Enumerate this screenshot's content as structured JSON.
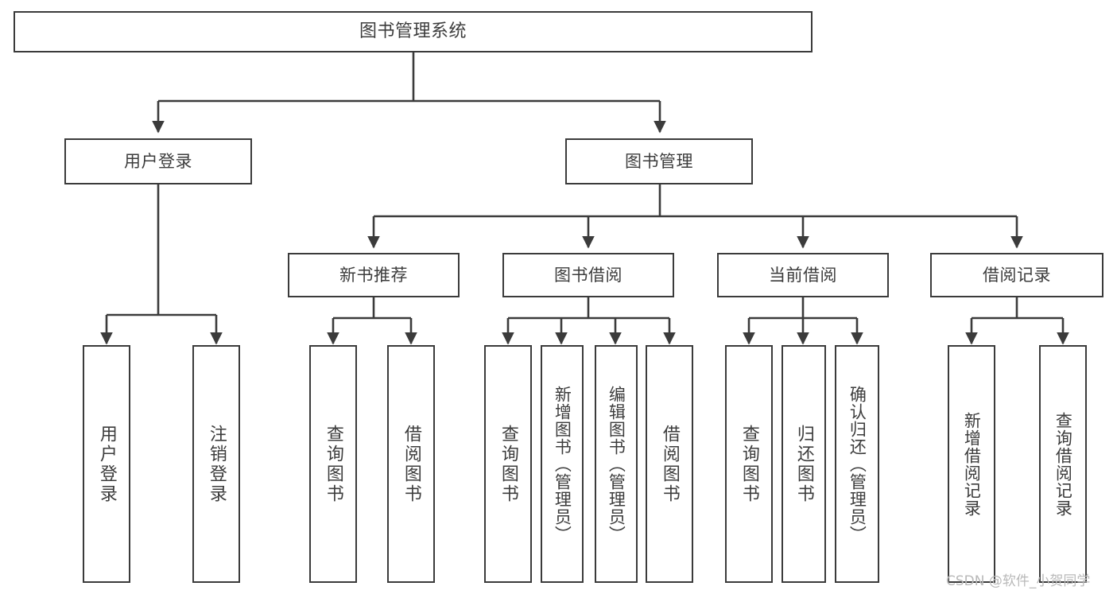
{
  "diagram": {
    "title": "图书管理系统",
    "type": "tree-hierarchy-diagram",
    "orientation": "top-down",
    "colors": {
      "box_border": "#3b3b3b",
      "box_fill": "#ffffff",
      "text": "#3c3c3c",
      "connector": "#3b3b3b",
      "watermark": "#b9b9b9",
      "background": "#ffffff"
    },
    "root": {
      "label": "图书管理系统"
    },
    "level2": [
      {
        "label": "用户登录"
      },
      {
        "label": "图书管理"
      }
    ],
    "level3": [
      {
        "label": "新书推荐"
      },
      {
        "label": "图书借阅"
      },
      {
        "label": "当前借阅"
      },
      {
        "label": "借阅记录"
      }
    ],
    "leaves": {
      "user_login": [
        {
          "label": "用户登录"
        },
        {
          "label": "注销登录"
        }
      ],
      "new_book_recommend": [
        {
          "label": "查询图书"
        },
        {
          "label": "借阅图书"
        }
      ],
      "book_borrow": [
        {
          "label": "查询图书"
        },
        {
          "label": "新增图书（管理员）"
        },
        {
          "label": "编辑图书（管理员）"
        },
        {
          "label": "借阅图书"
        }
      ],
      "current_borrow": [
        {
          "label": "查询图书"
        },
        {
          "label": "归还图书"
        },
        {
          "label": "确认归还（管理员）"
        }
      ],
      "borrow_record": [
        {
          "label": "新增借阅记录"
        },
        {
          "label": "查询借阅记录"
        }
      ]
    }
  },
  "watermark": {
    "text": "CSDN @软件_小贺同学"
  }
}
